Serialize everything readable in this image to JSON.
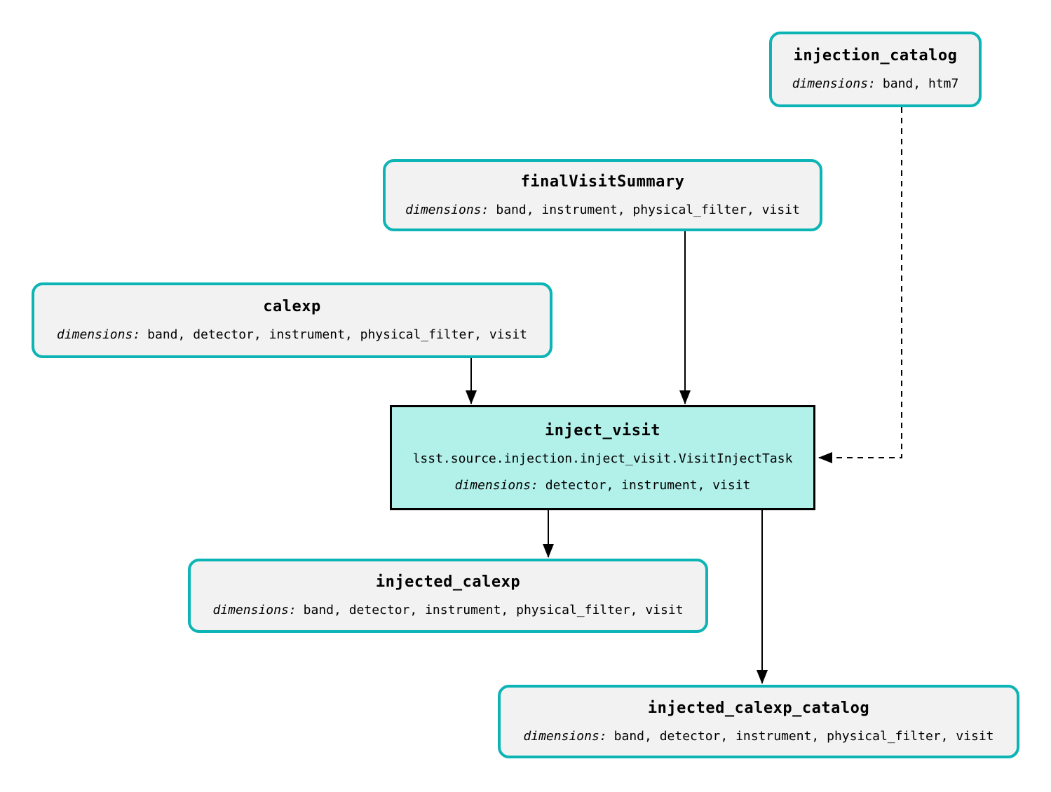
{
  "diagram": {
    "nodes": {
      "injection_catalog": {
        "title": "injection_catalog",
        "dims_label": "dimensions:",
        "dims": "band, htm7"
      },
      "finalVisitSummary": {
        "title": "finalVisitSummary",
        "dims_label": "dimensions:",
        "dims": "band, instrument, physical_filter, visit"
      },
      "calexp": {
        "title": "calexp",
        "dims_label": "dimensions:",
        "dims": "band, detector, instrument, physical_filter, visit"
      },
      "inject_visit": {
        "title": "inject_visit",
        "task_class": "lsst.source.injection.inject_visit.VisitInjectTask",
        "dims_label": "dimensions:",
        "dims": "detector, instrument, visit"
      },
      "injected_calexp": {
        "title": "injected_calexp",
        "dims_label": "dimensions:",
        "dims": "band, detector, instrument, physical_filter, visit"
      },
      "injected_calexp_catalog": {
        "title": "injected_calexp_catalog",
        "dims_label": "dimensions:",
        "dims": "band, detector, instrument, physical_filter, visit"
      }
    },
    "edges": [
      {
        "from": "calexp",
        "to": "inject_visit",
        "style": "solid"
      },
      {
        "from": "finalVisitSummary",
        "to": "inject_visit",
        "style": "solid"
      },
      {
        "from": "injection_catalog",
        "to": "inject_visit",
        "style": "dashed"
      },
      {
        "from": "inject_visit",
        "to": "injected_calexp",
        "style": "solid"
      },
      {
        "from": "inject_visit",
        "to": "injected_calexp_catalog",
        "style": "solid"
      }
    ],
    "colors": {
      "dataset_border": "#0cb4b6",
      "dataset_fill": "#f2f2f2",
      "task_fill": "#b2f0ea",
      "task_border": "#000000",
      "edge": "#000000",
      "background": "#ffffff"
    }
  }
}
